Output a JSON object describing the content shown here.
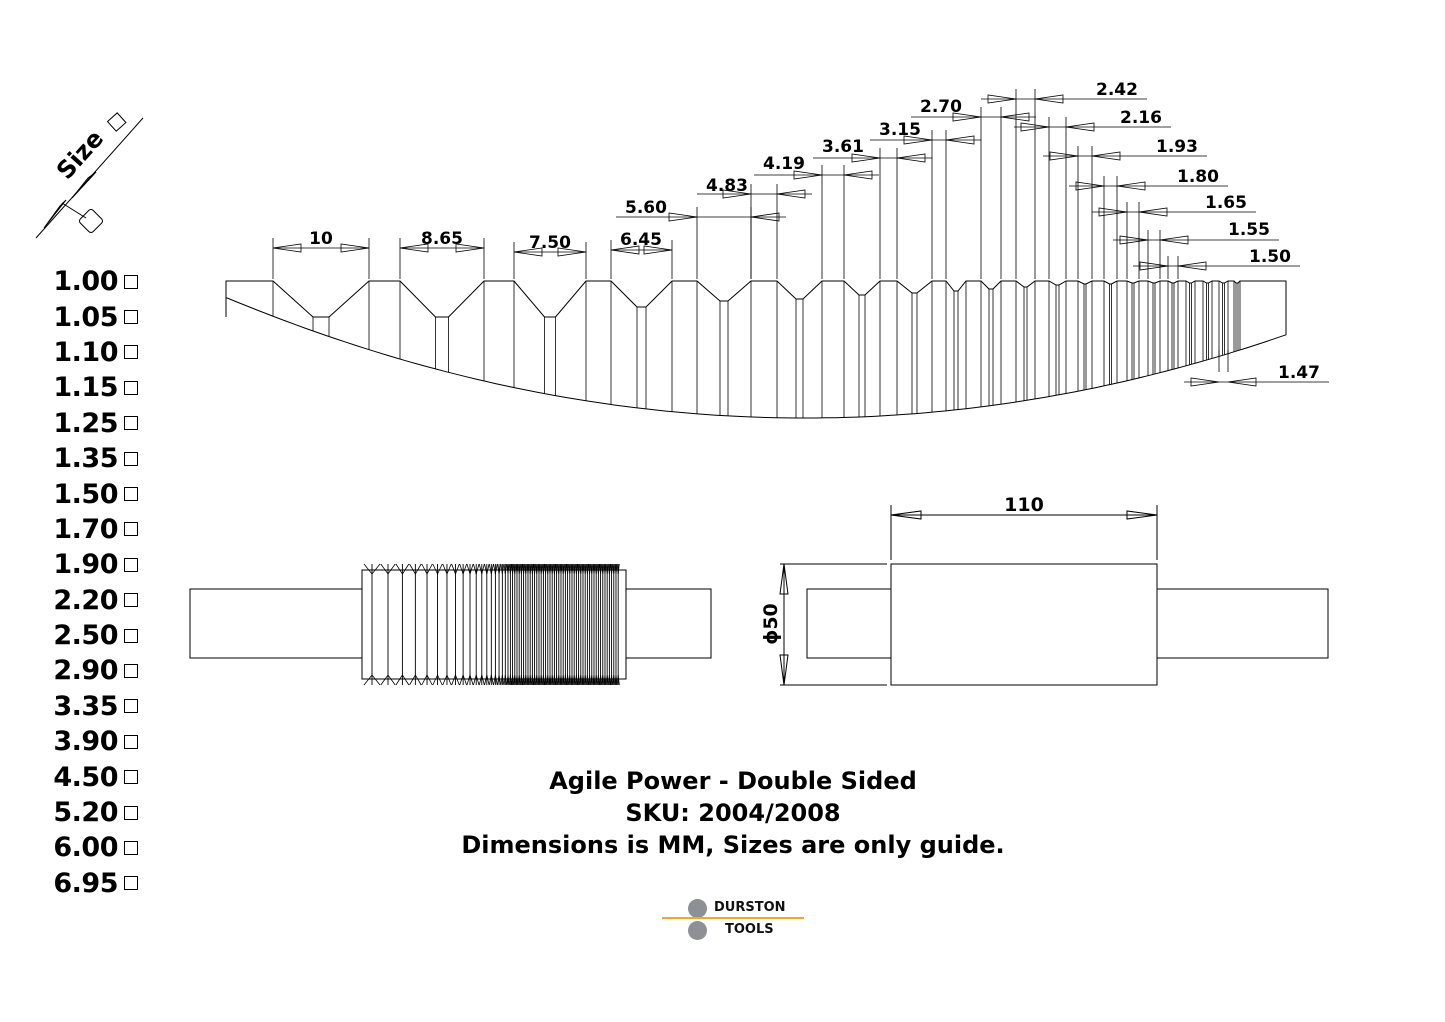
{
  "header": {
    "size_heading": "Size"
  },
  "sizes": [
    "1.00",
    "1.05",
    "1.10",
    "1.15",
    "1.25",
    "1.35",
    "1.50",
    "1.70",
    "1.90",
    "2.20",
    "2.50",
    "2.90",
    "3.35",
    "3.90",
    "4.50",
    "5.20",
    "6.00",
    "6.95"
  ],
  "groove_dims": [
    {
      "label": "10"
    },
    {
      "label": "8.65"
    },
    {
      "label": "7.50"
    },
    {
      "label": "6.45"
    },
    {
      "label": "5.60"
    },
    {
      "label": "4.83"
    },
    {
      "label": "4.19"
    },
    {
      "label": "3.61"
    },
    {
      "label": "3.15"
    },
    {
      "label": "2.70"
    },
    {
      "label": "2.42"
    },
    {
      "label": "2.16"
    },
    {
      "label": "1.93"
    },
    {
      "label": "1.80"
    },
    {
      "label": "1.65"
    },
    {
      "label": "1.55"
    },
    {
      "label": "1.50"
    },
    {
      "label": "1.47"
    }
  ],
  "front_view": {
    "length_label": "110",
    "diameter_label": "ϕ50"
  },
  "caption": {
    "line1": "Agile Power - Double Sided",
    "line2": "SKU: 2004/2008",
    "line3": "Dimensions is MM, Sizes are only guide."
  },
  "logo": {
    "line1": "DURSTON",
    "line2": "TOOLS",
    "accent_color": "#f5a623",
    "dot_color": "#8d9094"
  }
}
